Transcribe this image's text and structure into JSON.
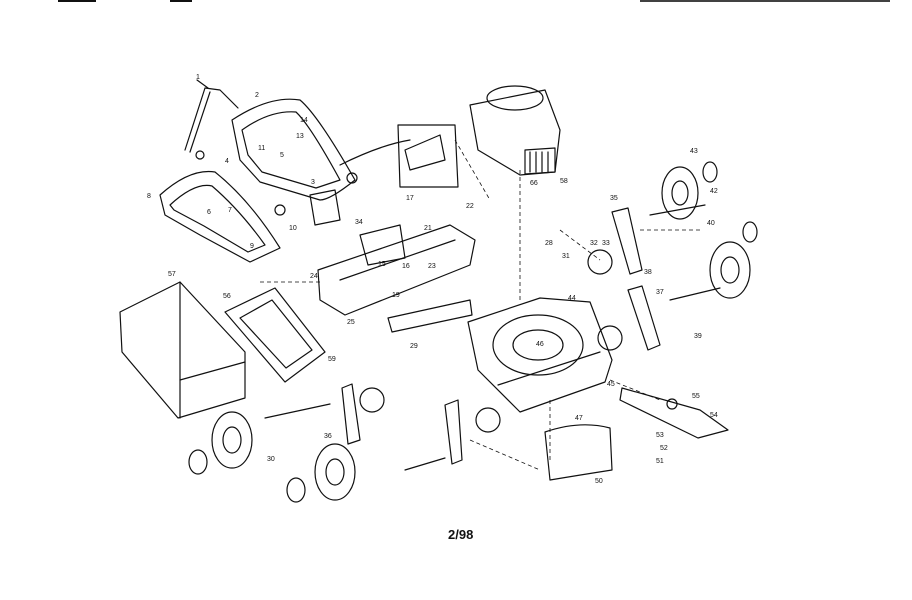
{
  "page_number": "2/98",
  "labels": [
    "1",
    "2",
    "3",
    "4",
    "5",
    "6",
    "7",
    "8",
    "9",
    "10",
    "11",
    "13",
    "14",
    "15",
    "16",
    "17",
    "19",
    "21",
    "22",
    "23",
    "24",
    "25",
    "28",
    "29",
    "30",
    "31",
    "32",
    "33",
    "34",
    "35",
    "36",
    "37",
    "38",
    "39",
    "40",
    "42",
    "43",
    "44",
    "45",
    "46",
    "47",
    "50",
    "51",
    "52",
    "53",
    "54",
    "55",
    "56",
    "57",
    "58",
    "59",
    "66"
  ]
}
